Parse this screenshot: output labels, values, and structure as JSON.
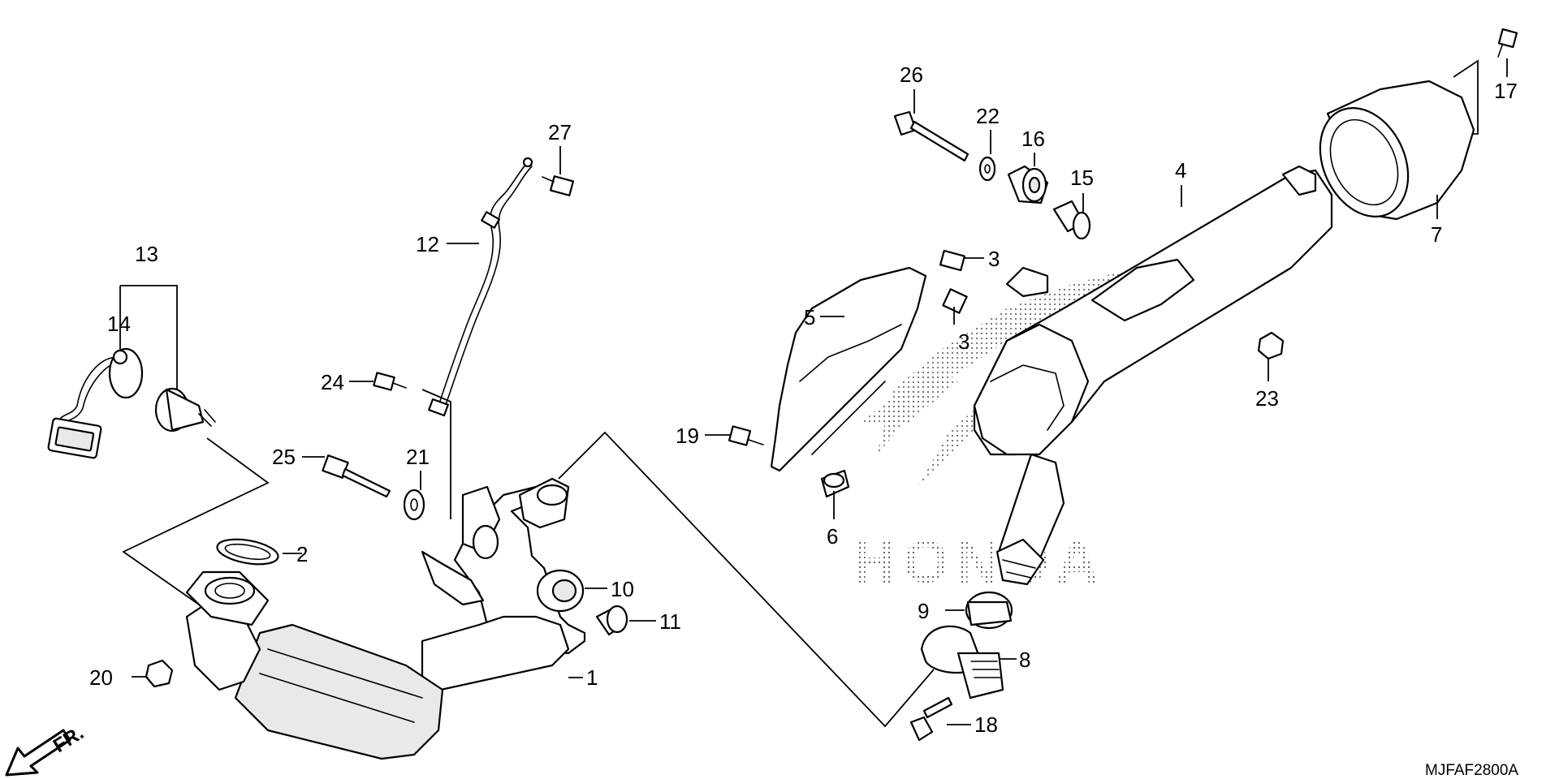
{
  "callouts": [
    "1",
    "2",
    "3",
    "3",
    "4",
    "5",
    "6",
    "7",
    "8",
    "9",
    "10",
    "11",
    "12",
    "13",
    "14",
    "15",
    "16",
    "17",
    "18",
    "19",
    "20",
    "21",
    "22",
    "23",
    "24",
    "25",
    "26",
    "27"
  ],
  "direction_label": "FR.",
  "drawing_code": "MJFAF2800A",
  "watermark_text": "HONDA"
}
